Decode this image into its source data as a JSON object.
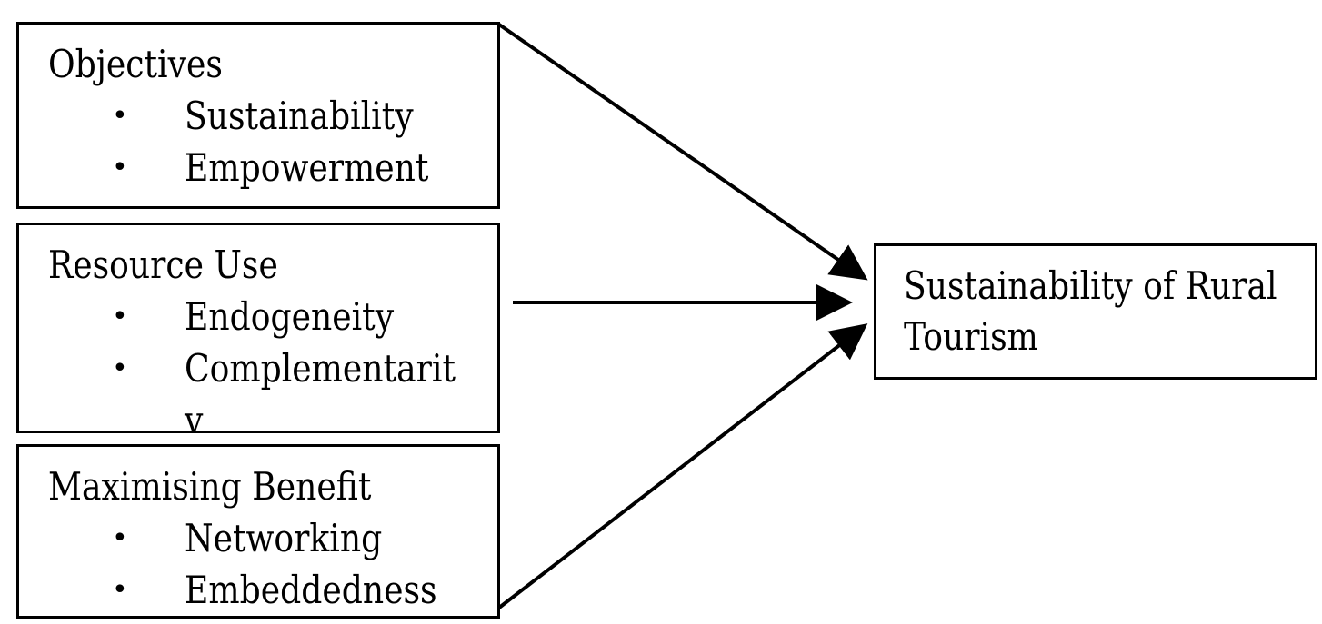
{
  "boxes": {
    "objectives": {
      "title": "Objectives",
      "bullet_symbol": "•",
      "items": [
        "Sustainability",
        "Empowerment"
      ]
    },
    "resource_use": {
      "title": "Resource Use",
      "bullet_symbol": "•",
      "items": [
        "Endogeneity",
        "Complementarit",
        "y"
      ]
    },
    "maximising_benefit": {
      "title": "Maximising Benefit",
      "bullet_symbol": "•",
      "items": [
        "Networking",
        "Embeddedness"
      ]
    }
  },
  "target": {
    "line1": "Sustainability of Rural",
    "line2": "Tourism"
  },
  "colors": {
    "stroke": "#000000",
    "background": "#ffffff"
  }
}
